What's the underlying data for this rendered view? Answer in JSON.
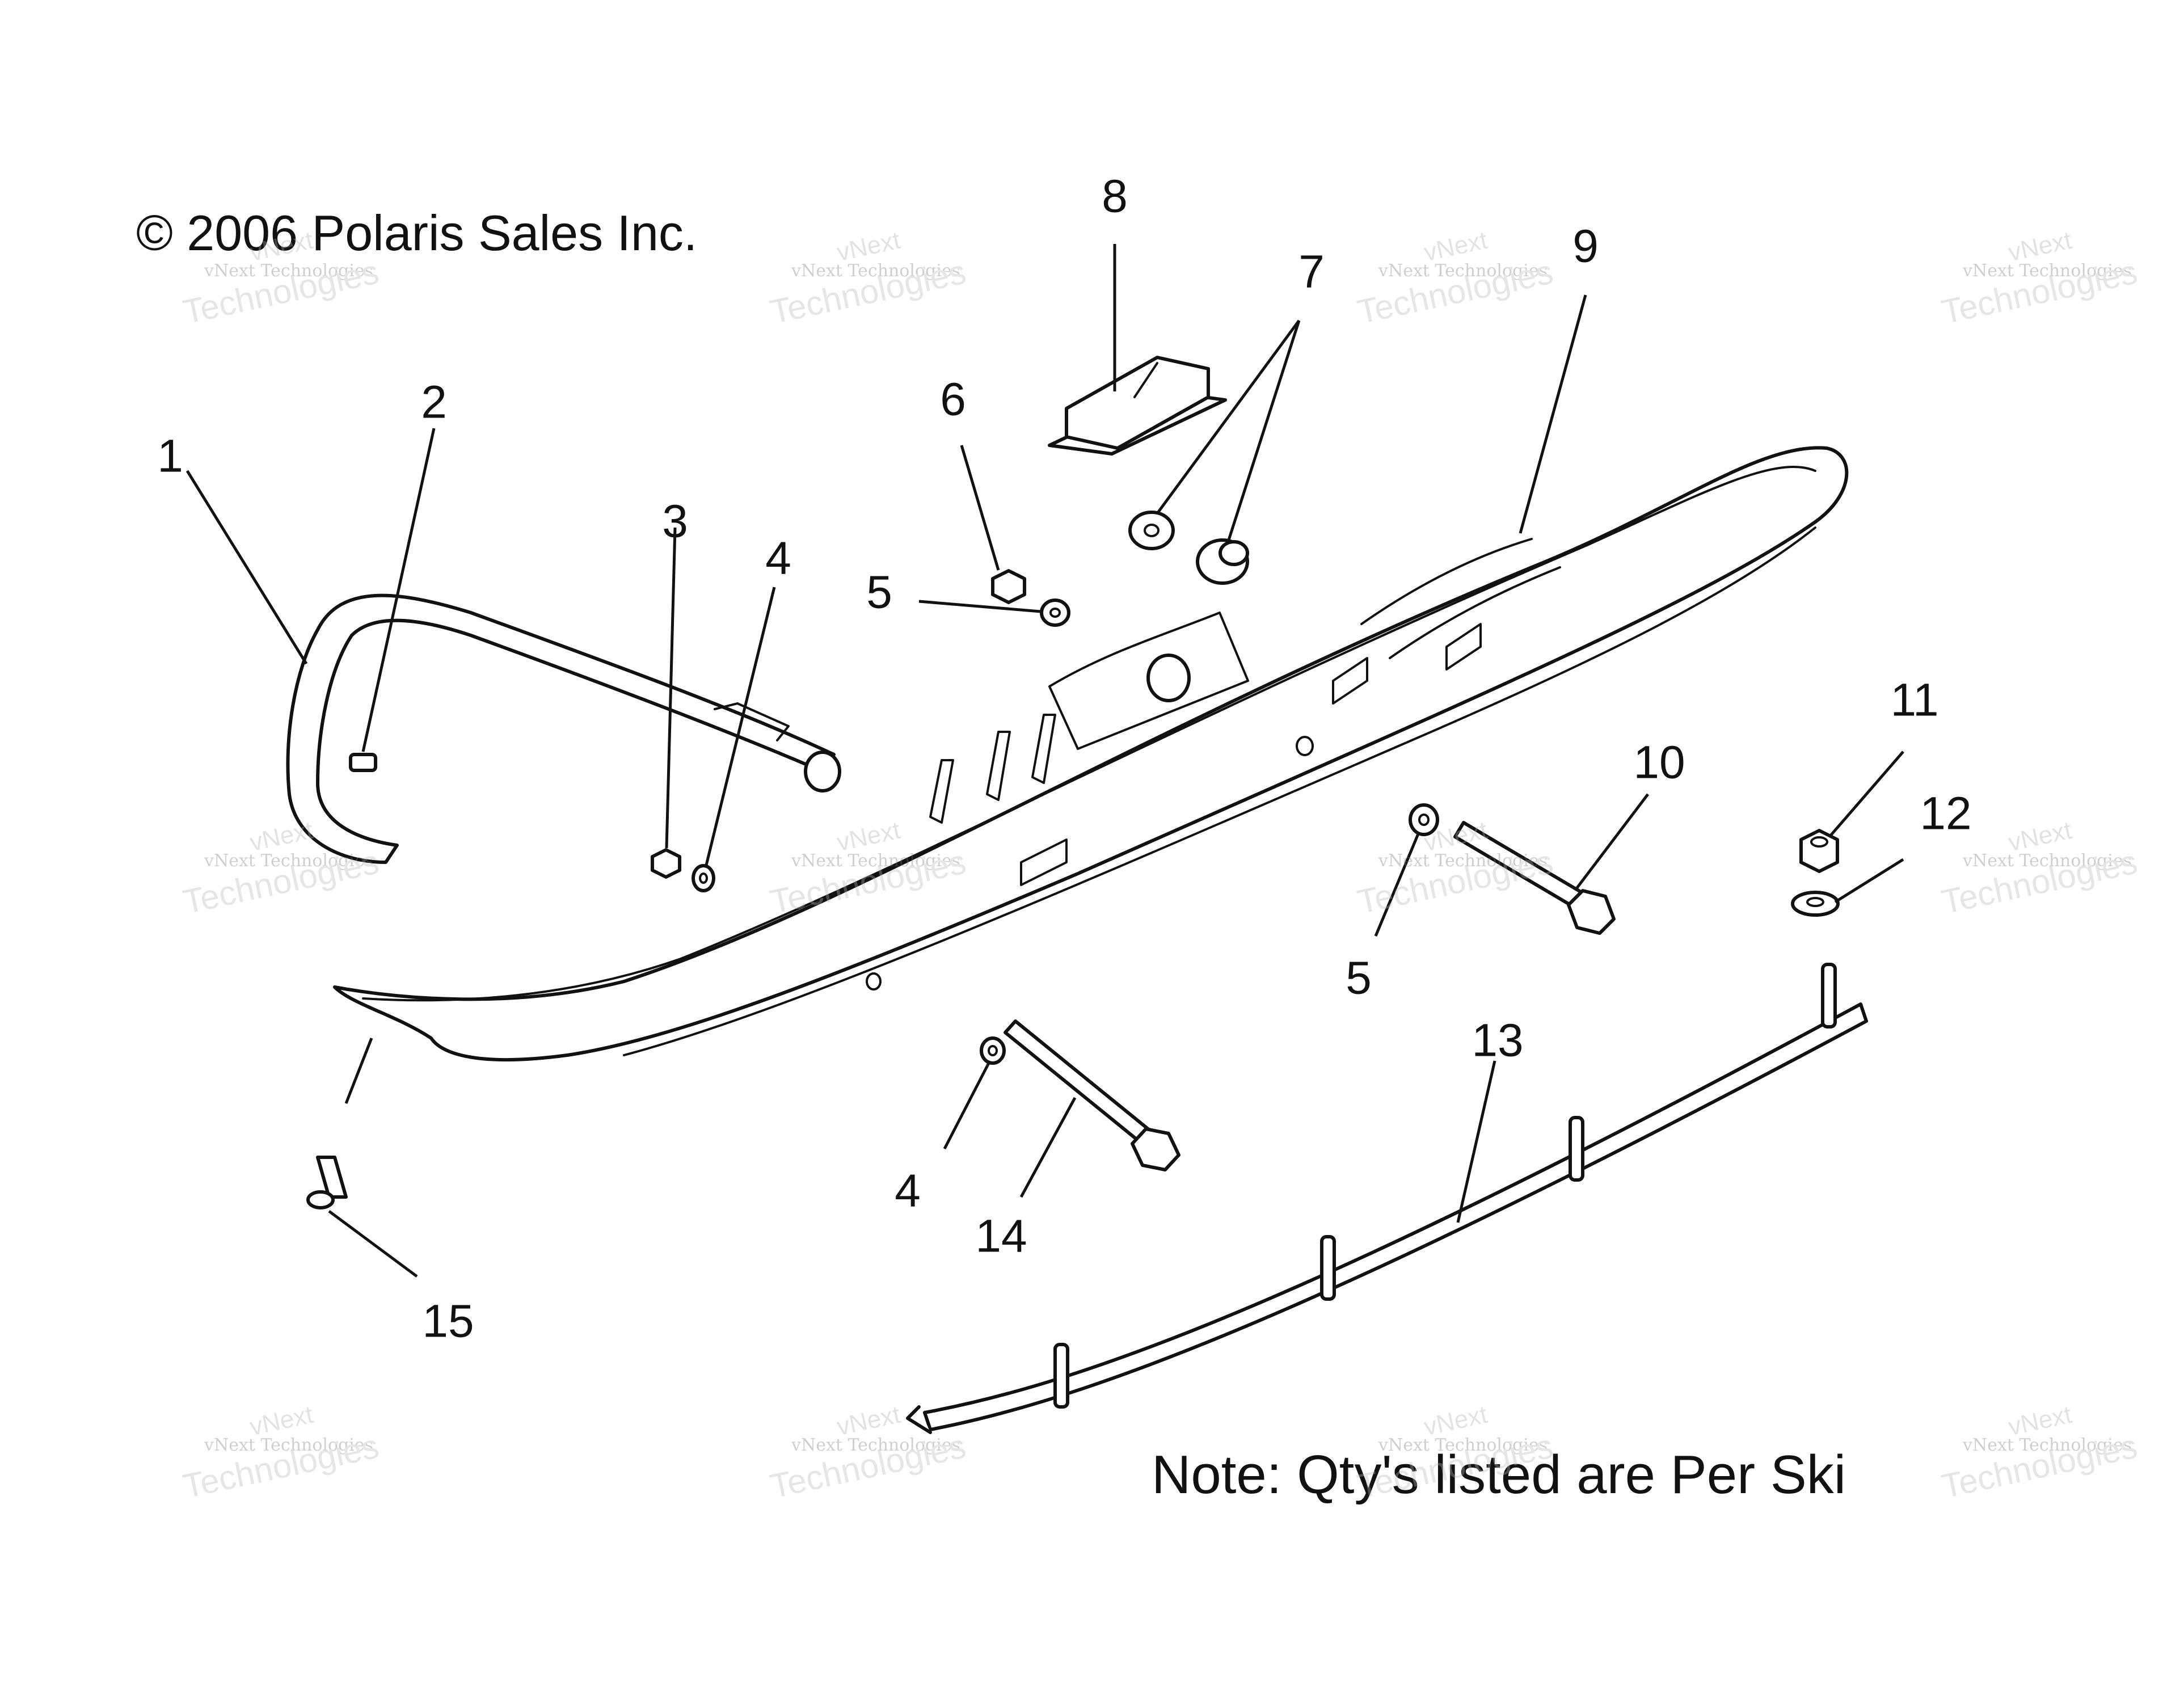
{
  "copyright": "© 2006 Polaris Sales Inc.",
  "note": "Note: Qty's listed are Per Ski",
  "watermark": {
    "line1": "vNext",
    "line2": "vNext Technologies",
    "line3": "Technologies"
  },
  "callouts": {
    "c1": "1",
    "c2": "2",
    "c3": "3",
    "c4a": "4",
    "c4b": "4",
    "c5a": "5",
    "c5b": "5",
    "c6": "6",
    "c7": "7",
    "c8": "8",
    "c9": "9",
    "c10": "10",
    "c11": "11",
    "c12": "12",
    "c13": "13",
    "c14": "14",
    "c15": "15"
  }
}
